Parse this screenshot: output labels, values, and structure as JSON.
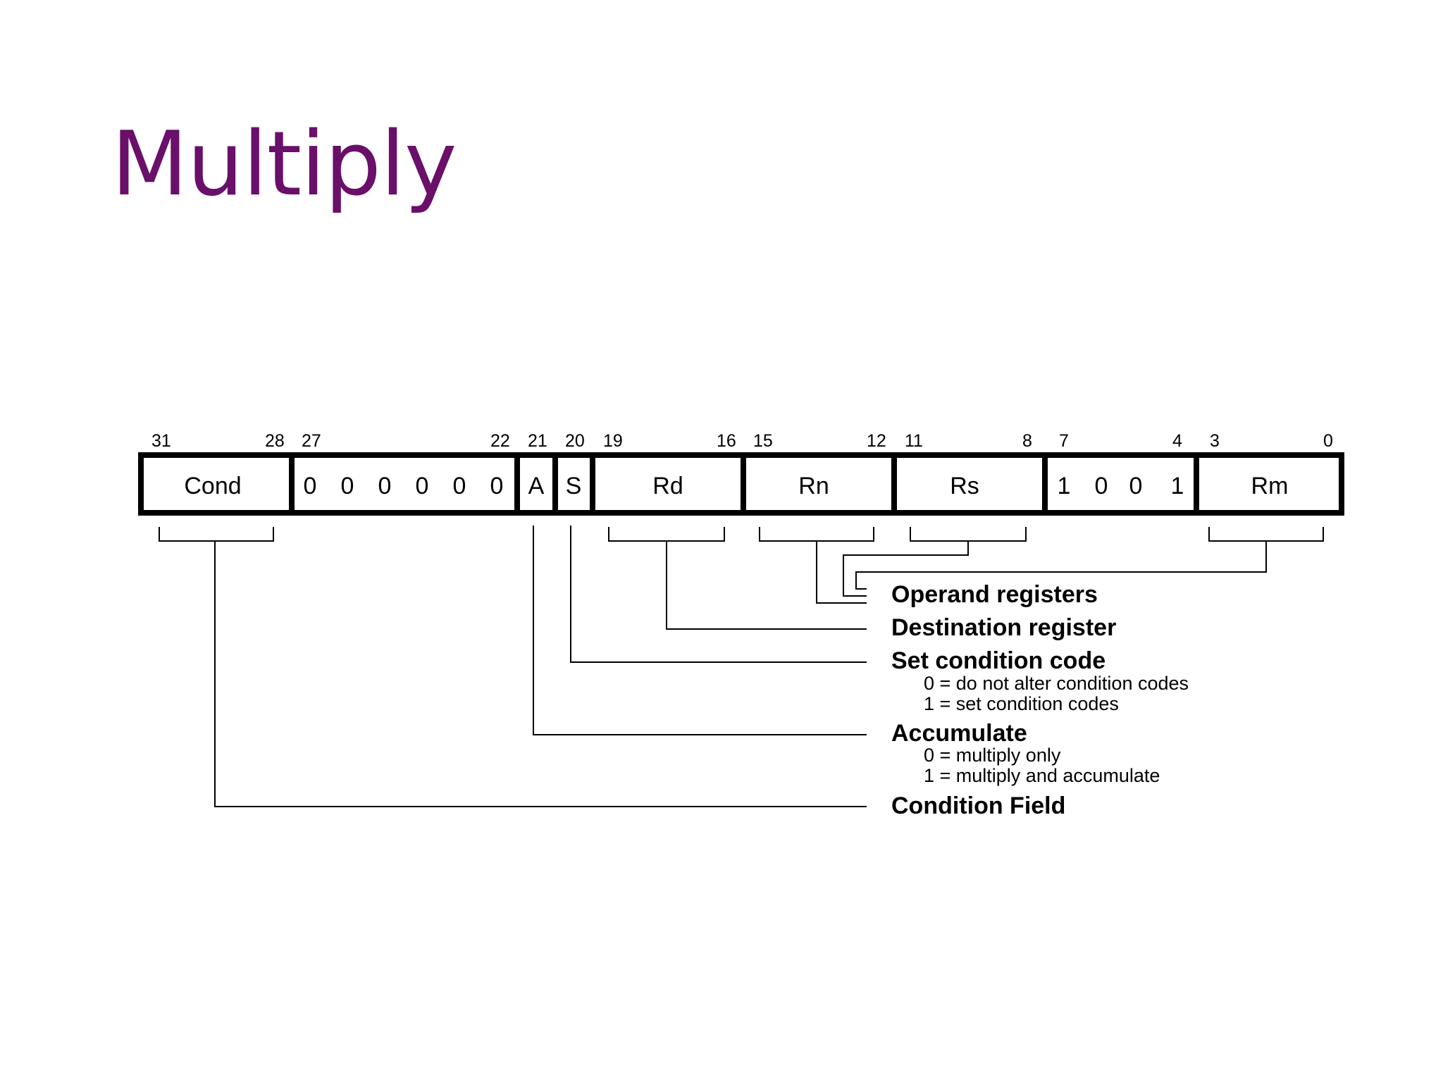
{
  "title": "Multiply",
  "bit_numbers": [
    "31",
    "28",
    "27",
    "22",
    "21",
    "20",
    "19",
    "16",
    "15",
    "12",
    "11",
    "8",
    "7",
    "4",
    "3",
    "0"
  ],
  "fields": {
    "cond": "Cond",
    "zero_bits": [
      "0",
      "0",
      "0",
      "0",
      "0",
      "0"
    ],
    "a": "A",
    "s": "S",
    "rd": "Rd",
    "rn": "Rn",
    "rs": "Rs",
    "opcode_bits": [
      "1",
      "0",
      "0",
      "1"
    ],
    "rm": "Rm"
  },
  "labels": {
    "operand": "Operand registers",
    "destination": "Destination register",
    "set_condition": "Set condition code",
    "set_condition_0": "0 = do not alter condition codes",
    "set_condition_1": "1 = set condition codes",
    "accumulate": "Accumulate",
    "accumulate_0": "0 = multiply only",
    "accumulate_1": "1 = multiply and accumulate",
    "condition_field": "Condition Field"
  }
}
